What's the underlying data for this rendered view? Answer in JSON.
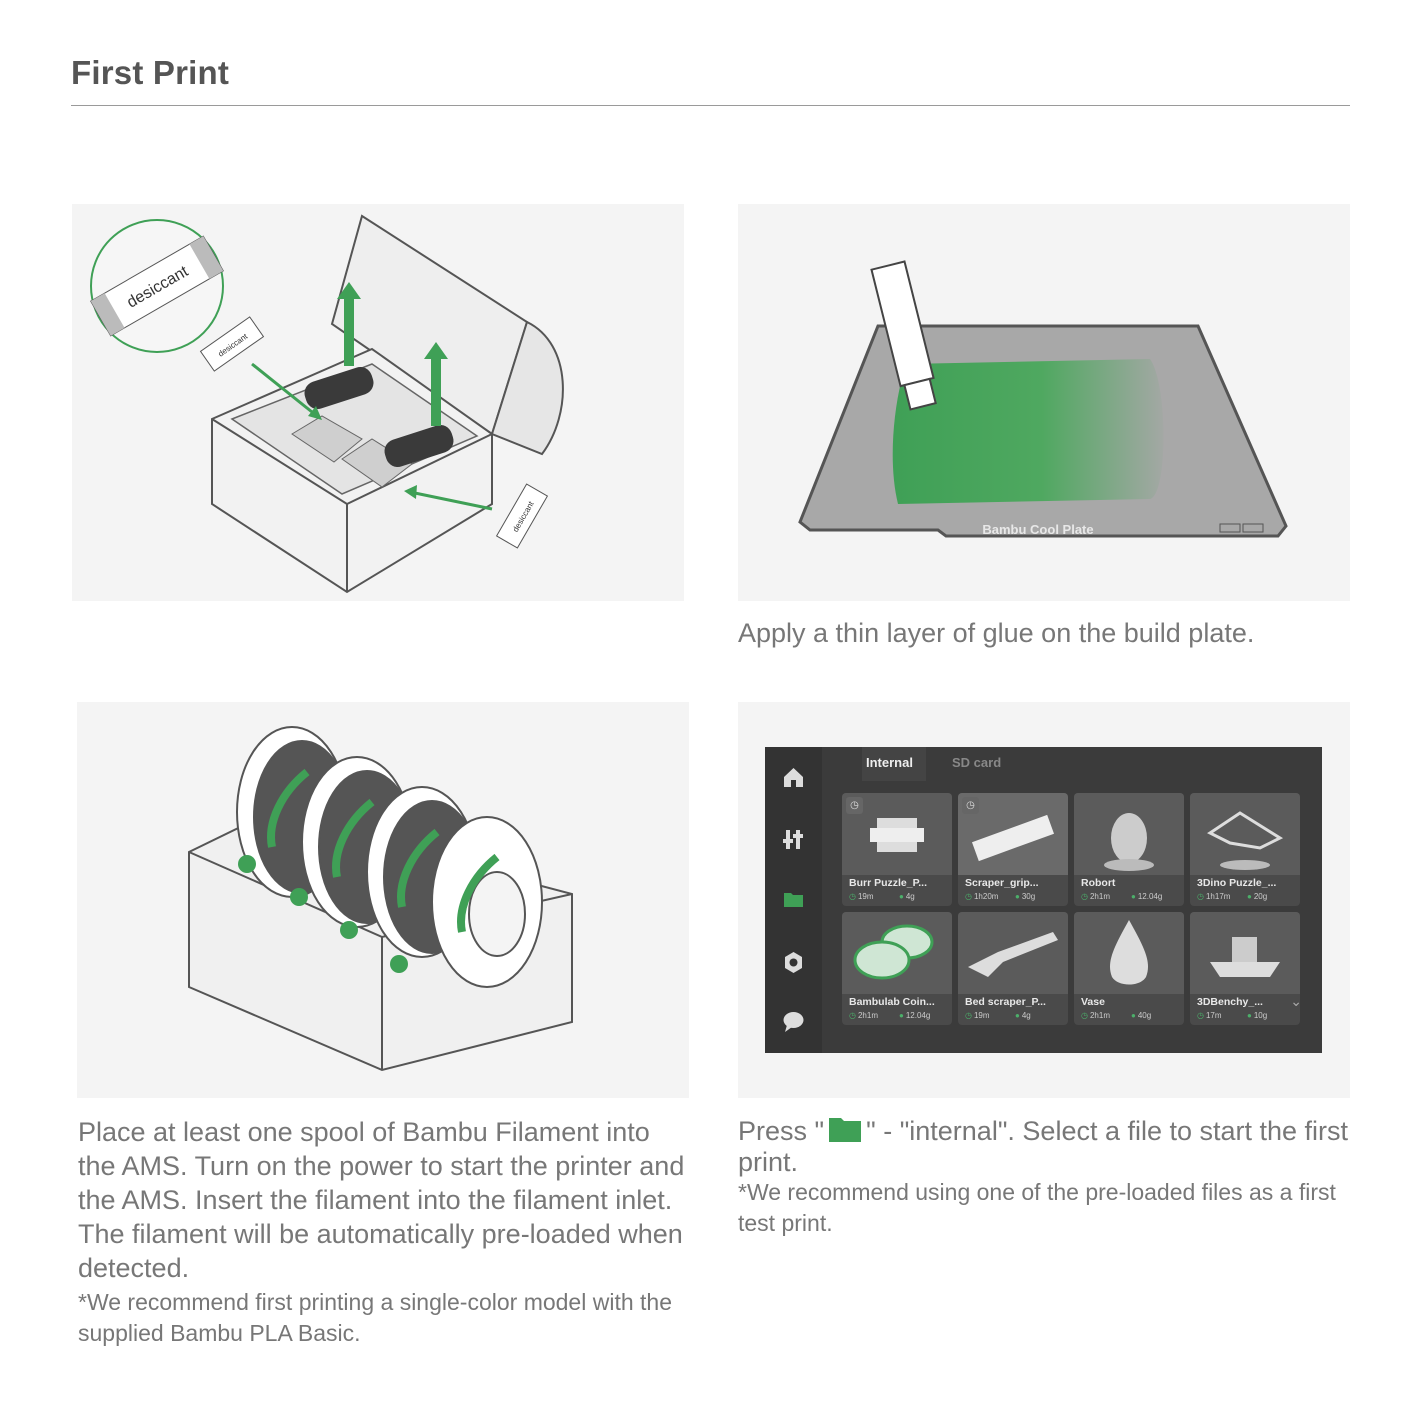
{
  "page": {
    "title": "First Print"
  },
  "steps": [
    {
      "caption": "",
      "image": "AMS with desiccant bags being inserted"
    },
    {
      "caption": "Apply a thin layer of glue on the build plate.",
      "plate_label": "Bambu Cool Plate"
    },
    {
      "caption": "Place at least one spool of Bambu Filament into the AMS. Turn on the power to start the printer and the AMS. Insert the filament into the filament inlet. The filament will be automatically pre-loaded when detected.",
      "note": "*We recommend first printing a single-color model with the supplied Bambu PLA Basic."
    },
    {
      "caption_before": "Press \"",
      "caption_after": "\" - \"internal\". Select a file to start the first print.",
      "note": "*We recommend using one of the pre-loaded files as a first test print."
    }
  ],
  "desiccant_label": "desiccant",
  "screen": {
    "tabs": [
      "Internal",
      "SD card"
    ],
    "sidebar_icons": [
      "home-icon",
      "controls-icon",
      "folder-icon",
      "settings-icon",
      "message-icon"
    ],
    "files": [
      {
        "name": "Burr Puzzle_P...",
        "time": "19m",
        "weight": "4g"
      },
      {
        "name": "Scraper_grip...",
        "time": "1h20m",
        "weight": "30g"
      },
      {
        "name": "Robort",
        "time": "2h1m",
        "weight": "12.04g"
      },
      {
        "name": "3Dino Puzzle_...",
        "time": "1h17m",
        "weight": "20g"
      },
      {
        "name": "Bambulab Coin...",
        "time": "2h1m",
        "weight": "12.04g"
      },
      {
        "name": "Bed scraper_P...",
        "time": "19m",
        "weight": "4g"
      },
      {
        "name": "Vase",
        "time": "2h1m",
        "weight": "40g"
      },
      {
        "name": "3DBenchy_...",
        "time": "17m",
        "weight": "10g"
      }
    ]
  },
  "colors": {
    "accent": "#3fa056",
    "panel": "#f4f4f4",
    "screen_bg": "#3b3b3b"
  }
}
